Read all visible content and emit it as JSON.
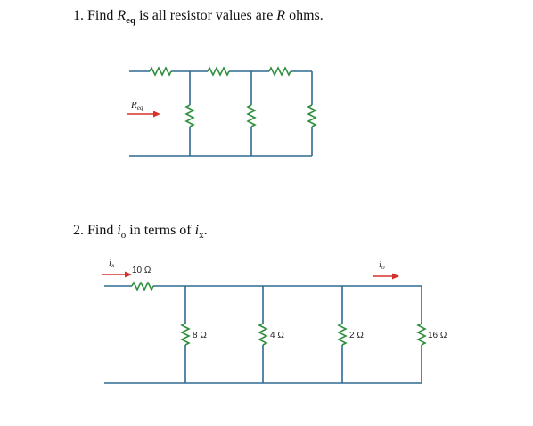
{
  "problem1": {
    "number": "1.",
    "text_before": "Find",
    "r_symbol": "R",
    "r_sub": "eq",
    "text_middle": "is all resistor values are",
    "r_value": "R",
    "text_after": "ohms.",
    "req_label": "R",
    "req_label_sub": "eq"
  },
  "problem2": {
    "number": "2.",
    "text_before": "Find",
    "io_symbol": "i",
    "io_sub": "o",
    "text_middle": "in terms of",
    "ix_symbol": "i",
    "ix_sub": "x",
    "text_after": ".",
    "ix_label": "i",
    "ix_label_sub": "x",
    "io_label": "i",
    "io_label_sub": "o",
    "r_series": "10 Ω",
    "r1": "8 Ω",
    "r2": "4 Ω",
    "r3": "2 Ω",
    "r4": "16 Ω"
  },
  "colors": {
    "wire": "#2f6a8f",
    "resistor": "#2f8f3f",
    "arrow": "#d5312b"
  }
}
